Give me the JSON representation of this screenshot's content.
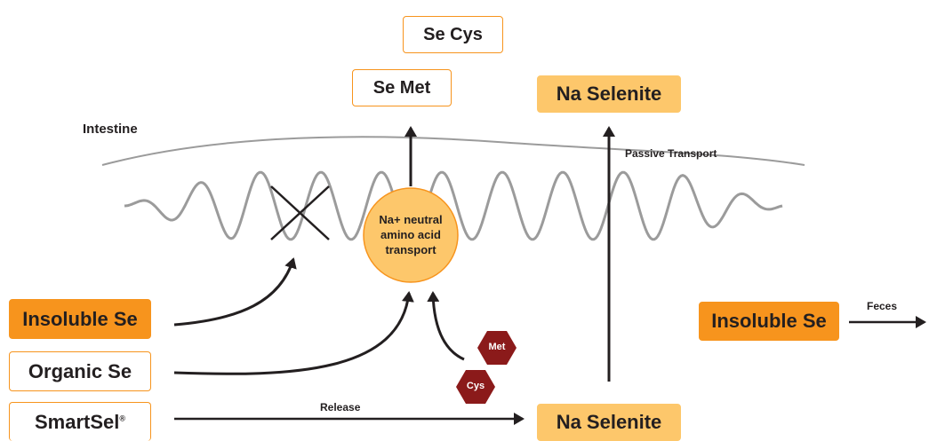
{
  "boxes": {
    "se_cys": "Se Cys",
    "se_met": "Se Met",
    "na_selenite_top": "Na Selenite",
    "insoluble_se_left": "Insoluble Se",
    "organic_se": "Organic Se",
    "smartsel": "SmartSel",
    "smartsel_mark": "®",
    "na_selenite_bottom": "Na Selenite",
    "insoluble_se_right": "Insoluble Se"
  },
  "labels": {
    "intestine": "Intestine",
    "passive_transport": "Passive Transport",
    "feces": "Feces",
    "release": "Release"
  },
  "transporter": {
    "line1": "Na+ neutral",
    "line2": "amino acid",
    "line3": "transport"
  },
  "molecules": {
    "met": "Met",
    "cys": "Cys"
  },
  "colors": {
    "orange": "#f7941d",
    "light_orange": "#fdc76b",
    "dark_red": "#8b1a1a",
    "wave_gray": "#9b9b9b",
    "text": "#231f20"
  }
}
